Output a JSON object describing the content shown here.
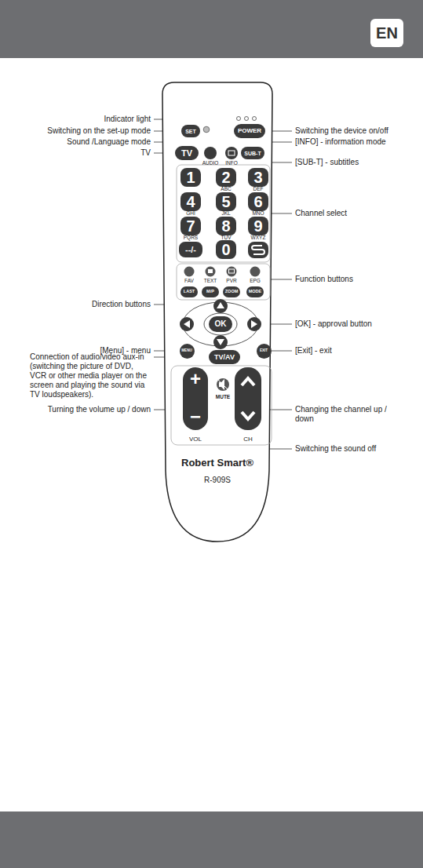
{
  "diagram": {
    "nodes": [
      {
        "text": [
          "EN"
        ]
      },
      {
        "text": [
          "Robert Smart®",
          "R-909S"
        ]
      },
      {
        "text": [
          "SET"
        ],
        "in": 1
      },
      {
        "text": [
          "POWER"
        ],
        "in": 1
      },
      {
        "text": [
          "TV"
        ],
        "in": 1
      },
      {
        "text": [
          "SUB-T"
        ],
        "in": 1
      },
      {
        "text": [
          "1"
        ],
        "in": 1
      },
      {
        "text": [
          "2"
        ],
        "in": 1
      },
      {
        "text": [
          "3"
        ],
        "in": 1
      },
      {
        "text": [
          "4"
        ],
        "in": 1
      },
      {
        "text": [
          "5"
        ],
        "in": 1
      },
      {
        "text": [
          "6"
        ],
        "in": 1
      },
      {
        "text": [
          "7"
        ],
        "in": 1
      },
      {
        "text": [
          "8"
        ],
        "in": 1
      },
      {
        "text": [
          "9"
        ],
        "in": 1
      },
      {
        "text": [
          "--/-"
        ],
        "in": 1
      },
      {
        "text": [
          "0"
        ],
        "in": 1
      },
      {
        "text": [
          "LAST"
        ],
        "in": 1
      },
      {
        "text": [
          "M/P"
        ],
        "in": 1
      },
      {
        "text": [
          "ZOOM"
        ],
        "in": 1
      },
      {
        "text": [
          "MODE"
        ],
        "in": 1
      },
      {
        "text": [
          "OK"
        ],
        "in": 1
      },
      {
        "text": [
          "MENU"
        ],
        "in": 1
      },
      {
        "text": [
          "EXIT"
        ],
        "in": 1
      },
      {
        "text": [
          "TV/AV"
        ],
        "in": 1
      },
      {
        "text": [
          "+",
          "−"
        ],
        "in": 1
      }
    ],
    "labels": [
      "Indicator light",
      "Switching on the set-up mode",
      "Sound /Language mode",
      "TV",
      "Switching the device on/off",
      "[INFO] - information mode",
      "[SUB-T] - subtitles",
      "AUDIO",
      "INFO",
      "ABC",
      "DEF",
      "GHI",
      "JKL",
      "MNO",
      "PQRS",
      "TUV",
      "WXYZ",
      "Channel select",
      "FAV",
      "TEXT",
      "PVR",
      "EPG",
      "Function buttons",
      "Direction buttons",
      "[OK] - approval button",
      "[Menu] - menu",
      "[Exit] - exit",
      "Connection of audio/video aux-in (switching the picture of DVD, VCR or other media player on the screen and playing the sound via TV loudspeakers).",
      "Turning the volume up / down",
      "Changing the channel up / down",
      "MUTE",
      "Switching the sound off",
      "VOL",
      "CH"
    ]
  }
}
